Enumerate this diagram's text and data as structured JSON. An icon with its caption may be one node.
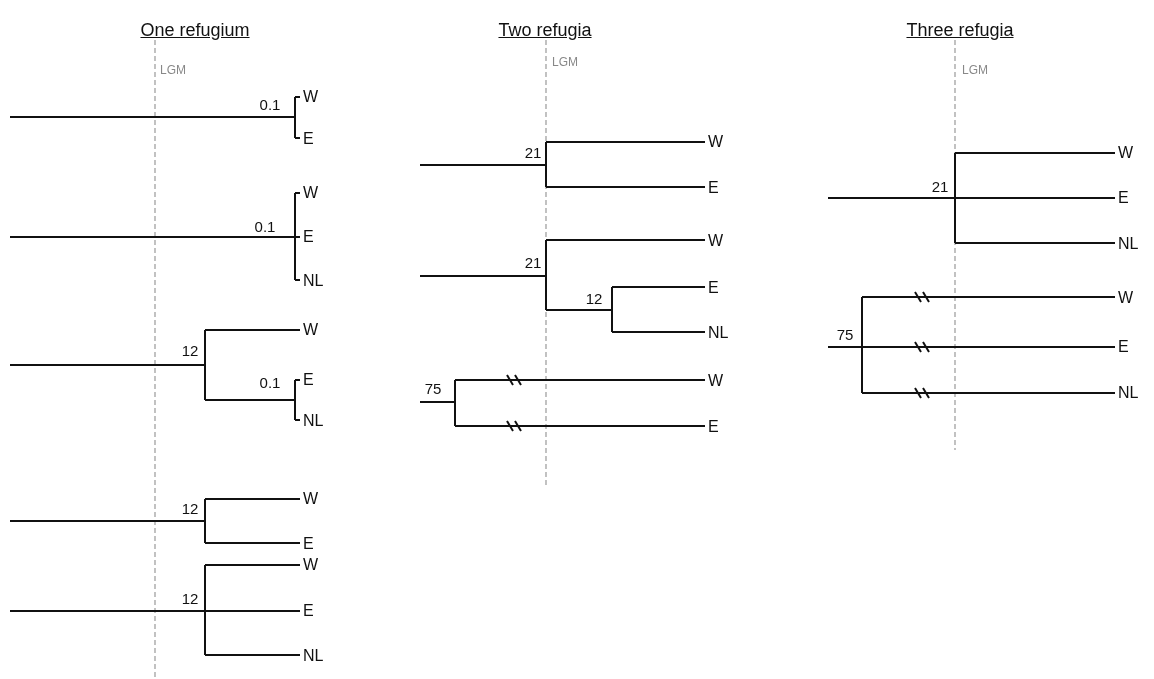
{
  "diagram": {
    "labels": [
      "One refugium",
      "Two refugia",
      "Three refugia",
      "LGM",
      "0.1",
      "W",
      "E",
      "0.1",
      "W",
      "E",
      "NL",
      "12",
      "W",
      "0.1",
      "E",
      "NL",
      "12",
      "W",
      "E",
      "12",
      "W",
      "E",
      "NL",
      "LGM",
      "21",
      "W",
      "E",
      "21",
      "W",
      "12",
      "E",
      "NL",
      "75",
      "W",
      "E",
      "LGM",
      "21",
      "W",
      "E",
      "NL",
      "75",
      "W",
      "E",
      "NL"
    ]
  }
}
